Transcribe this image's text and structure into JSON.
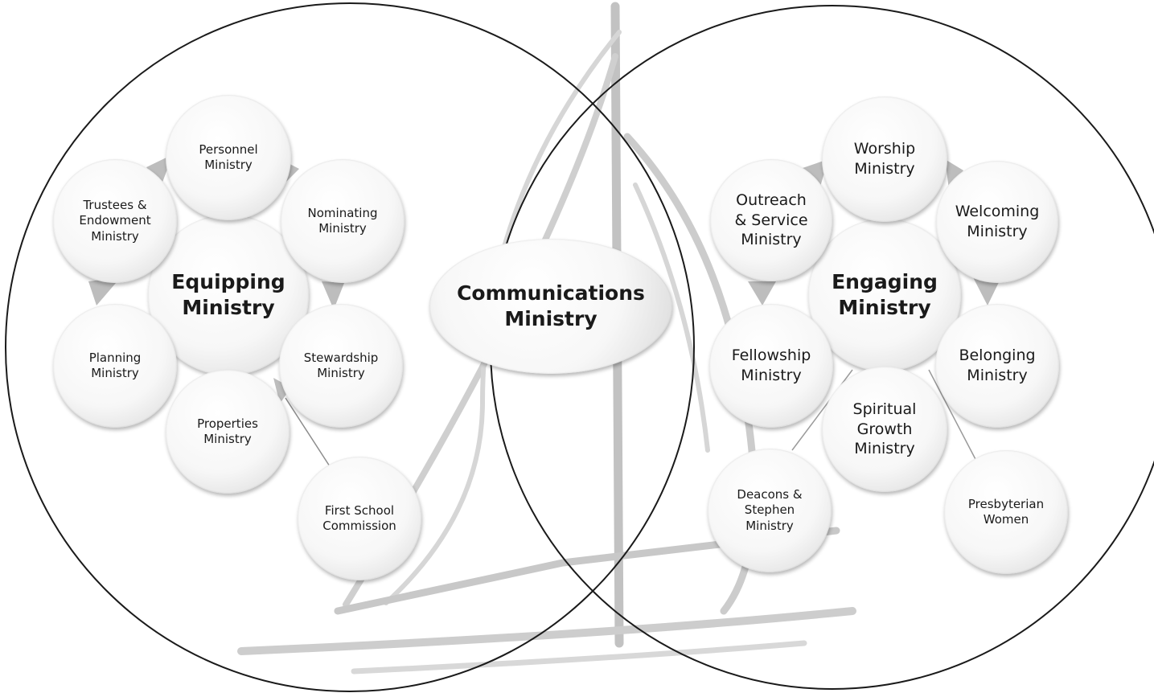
{
  "equipping": {
    "center": "Equipping\nMinistry",
    "personnel": "Personnel\nMinistry",
    "trustees": "Trustees &\nEndowment\nMinistry",
    "nominating": "Nominating\nMinistry",
    "planning": "Planning\nMinistry",
    "stewardship": "Stewardship\nMinistry",
    "properties": "Properties\nMinistry",
    "first_school": "First School\nCommission"
  },
  "communications": "Communications\nMinistry",
  "engaging": {
    "center": "Engaging\nMinistry",
    "worship": "Worship\nMinistry",
    "outreach": "Outreach\n& Service\nMinistry",
    "welcoming": "Welcoming\nMinistry",
    "fellowship": "Fellowship\nMinistry",
    "belonging": "Belonging\nMinistry",
    "spiritual_growth": "Spiritual\nGrowth\nMinistry",
    "deacons": "Deacons &\nStephen\nMinistry",
    "presbyterian_women": "Presbyterian\nWomen"
  }
}
